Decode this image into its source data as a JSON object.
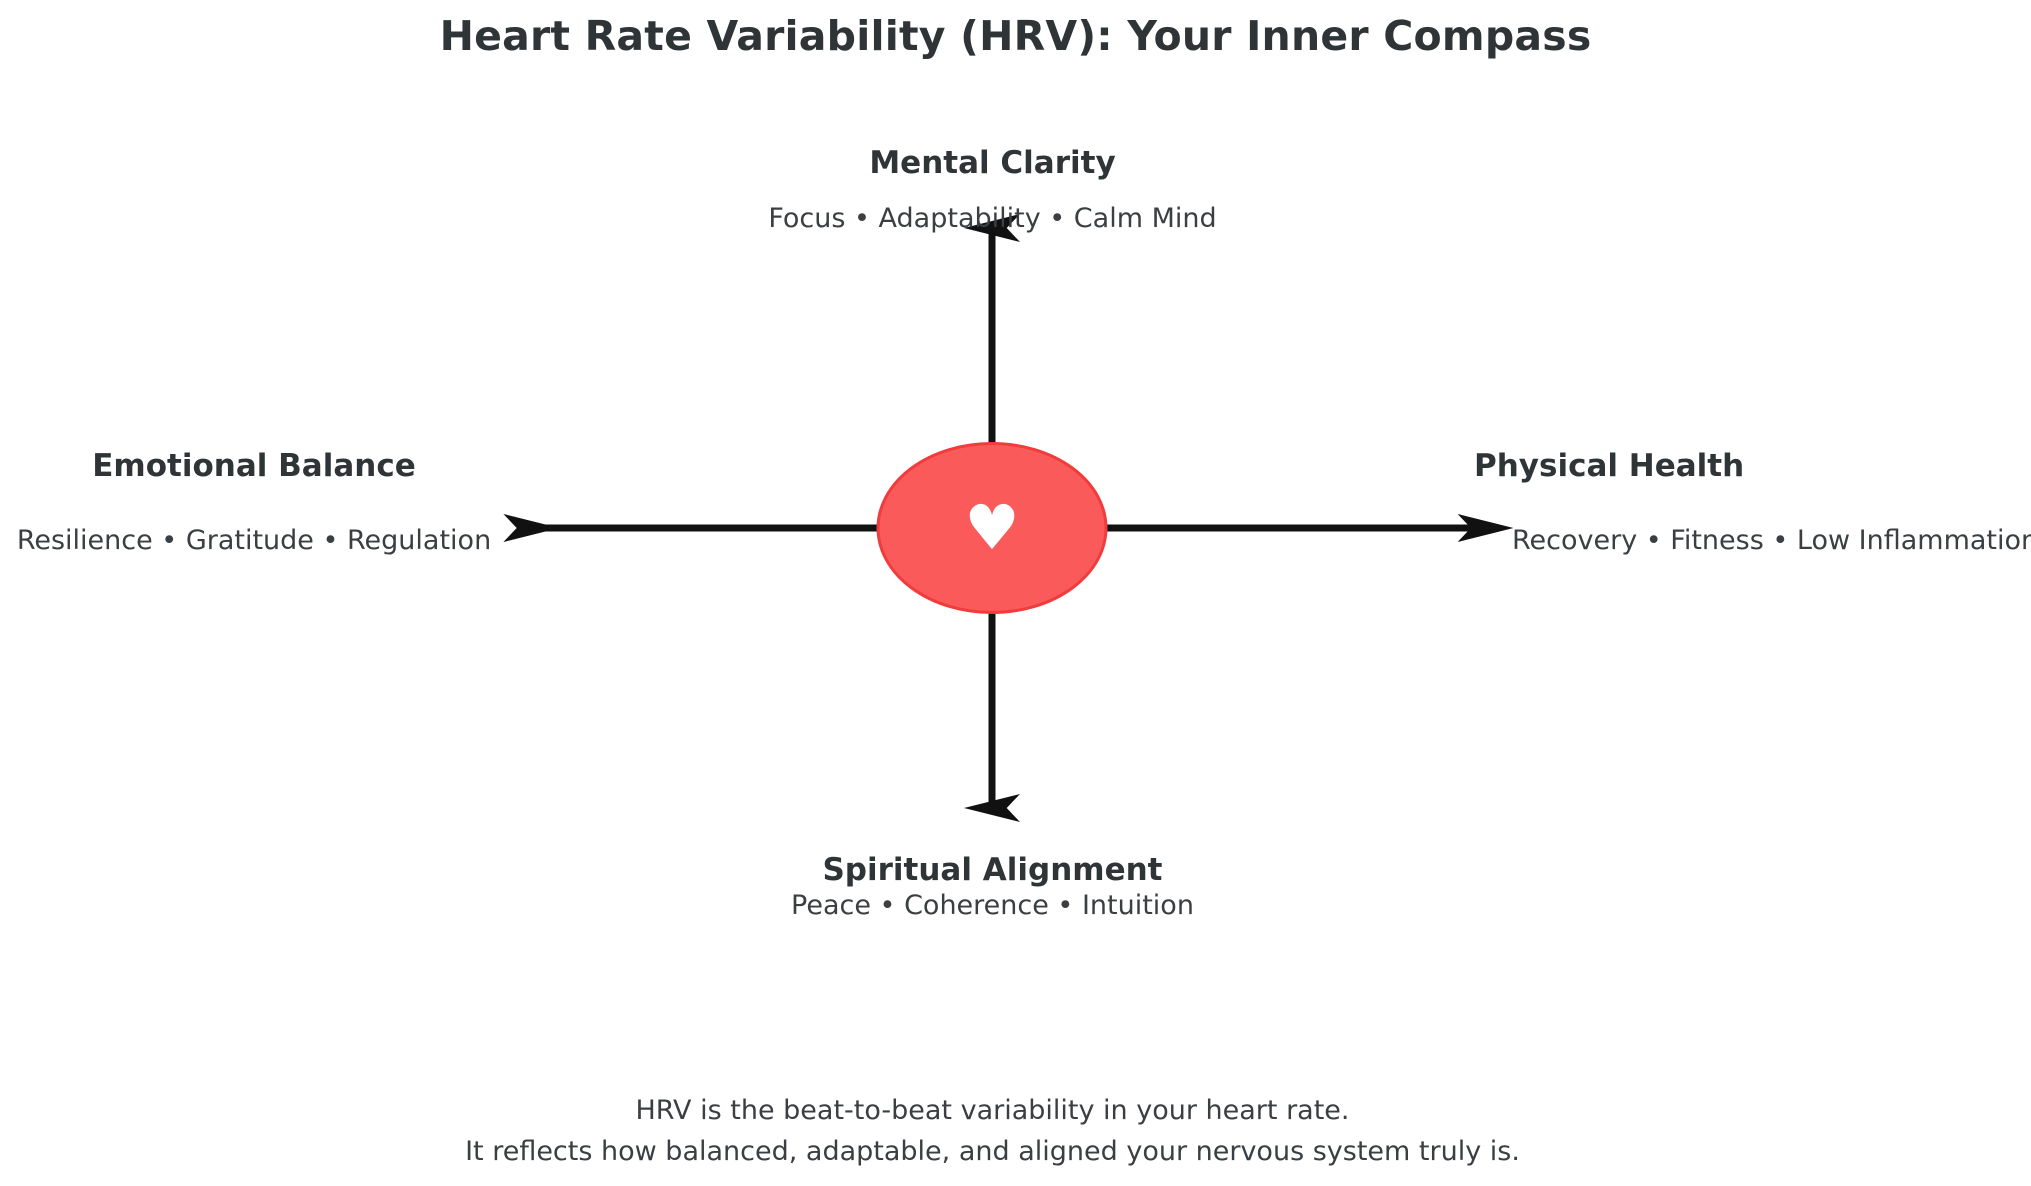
{
  "title": "Heart Rate Variability (HRV): Your Inner Compass",
  "center_node": {
    "icon": "heart-icon",
    "glyph": "♥",
    "fill_color": "#FB5A5A",
    "stroke_color": "#F23B3B",
    "glyph_color": "#FFFFFF"
  },
  "quadrants": {
    "top": {
      "heading": "Mental Clarity",
      "subtitle": "Focus • Adaptability • Calm Mind",
      "direction": "up"
    },
    "right": {
      "heading": "Physical Health",
      "subtitle": "Recovery • Fitness • Low Inflammation",
      "direction": "right"
    },
    "bottom": {
      "heading": "Spiritual Alignment",
      "subtitle": "Peace • Coherence • Intuition",
      "direction": "down"
    },
    "left": {
      "heading": "Emotional Balance",
      "subtitle": "Resilience • Gratitude • Regulation",
      "direction": "left"
    }
  },
  "footer": {
    "line1": "HRV is the beat-to-beat variability in your heart rate.",
    "line2": "It reflects how balanced, adaptable, and aligned your nervous system truly is."
  },
  "colors": {
    "title_text": "#2F3437",
    "heading_text": "#2F3437",
    "body_text": "#3B3F42",
    "arrow": "#111111",
    "accent_red": "#FB5A5A",
    "background": "#FFFFFF"
  }
}
